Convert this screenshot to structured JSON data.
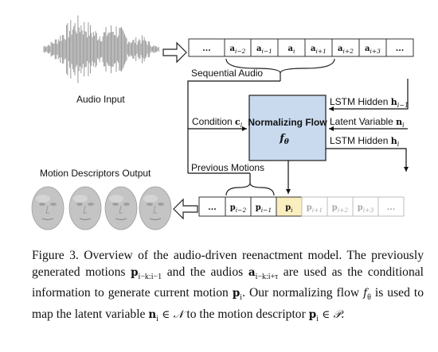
{
  "labels": {
    "audio_input": "Audio Input",
    "sequential_audio": "Sequential Audio",
    "lstm_hidden_prev": "LSTM Hidden ",
    "lstm_hidden_prev_math": "h",
    "lstm_hidden_prev_sub": "i−1",
    "latent_variable": "Latent Variable ",
    "latent_variable_math": "n",
    "latent_variable_sub": "i",
    "lstm_hidden_cur": "LSTM Hidden ",
    "lstm_hidden_cur_math": "h",
    "lstm_hidden_cur_sub": "i",
    "condition": "Condition ",
    "condition_math": "c",
    "condition_sub": "i",
    "normalizing_flow_title": "Normalizing Flow",
    "normalizing_flow_symbol": "f",
    "normalizing_flow_symbol_sub": "θ",
    "previous_motions": "Previous Motions",
    "motion_output": "Motion Descriptors Output"
  },
  "audio_cells": [
    {
      "text": "...",
      "sub": ""
    },
    {
      "text": "a",
      "sub": "i−2"
    },
    {
      "text": "a",
      "sub": "i−1"
    },
    {
      "text": "a",
      "sub": "i"
    },
    {
      "text": "a",
      "sub": "i+1"
    },
    {
      "text": "a",
      "sub": "i+2"
    },
    {
      "text": "a",
      "sub": "i+3"
    },
    {
      "text": "...",
      "sub": ""
    }
  ],
  "motion_cells": [
    {
      "text": "...",
      "sub": ""
    },
    {
      "text": "p",
      "sub": "i−2"
    },
    {
      "text": "p",
      "sub": "i−1"
    },
    {
      "text": "p",
      "sub": "i"
    },
    {
      "text": "p",
      "sub": "i+1"
    },
    {
      "text": "p",
      "sub": "i+2"
    },
    {
      "text": "p",
      "sub": "i+3"
    },
    {
      "text": "...",
      "sub": ""
    }
  ],
  "colors": {
    "flow_fill": "#c9daef",
    "flow_stroke": "#2b2b2b",
    "current_motion_fill": "#fbeebf",
    "waveform": "#9a9a9a",
    "face": "#c4c4c4",
    "grey_text": "#a8a8a8"
  },
  "caption": {
    "p1": "Figure 3. Overview of the audio-driven reenactment model. The previously generated motions ",
    "m1": "p",
    "m1sub": "i−k:i−1",
    "p2": " and the audios ",
    "m2": "a",
    "m2sub": "i−k:i+τ",
    "p3": " are used as the conditional information to generate current motion ",
    "m3": "p",
    "m3sub": "i",
    "p4": ". Our normalizing flow ",
    "m4": "f",
    "m4sub": "θ",
    "p5": " is used to map the latent variable ",
    "m5": "n",
    "m5sub": "i",
    "m5rest": " ∈ 𝒩",
    "p6": " to the motion descriptor ",
    "m6": "p",
    "m6sub": "i",
    "m6rest": " ∈ 𝒫",
    "p7": "."
  }
}
